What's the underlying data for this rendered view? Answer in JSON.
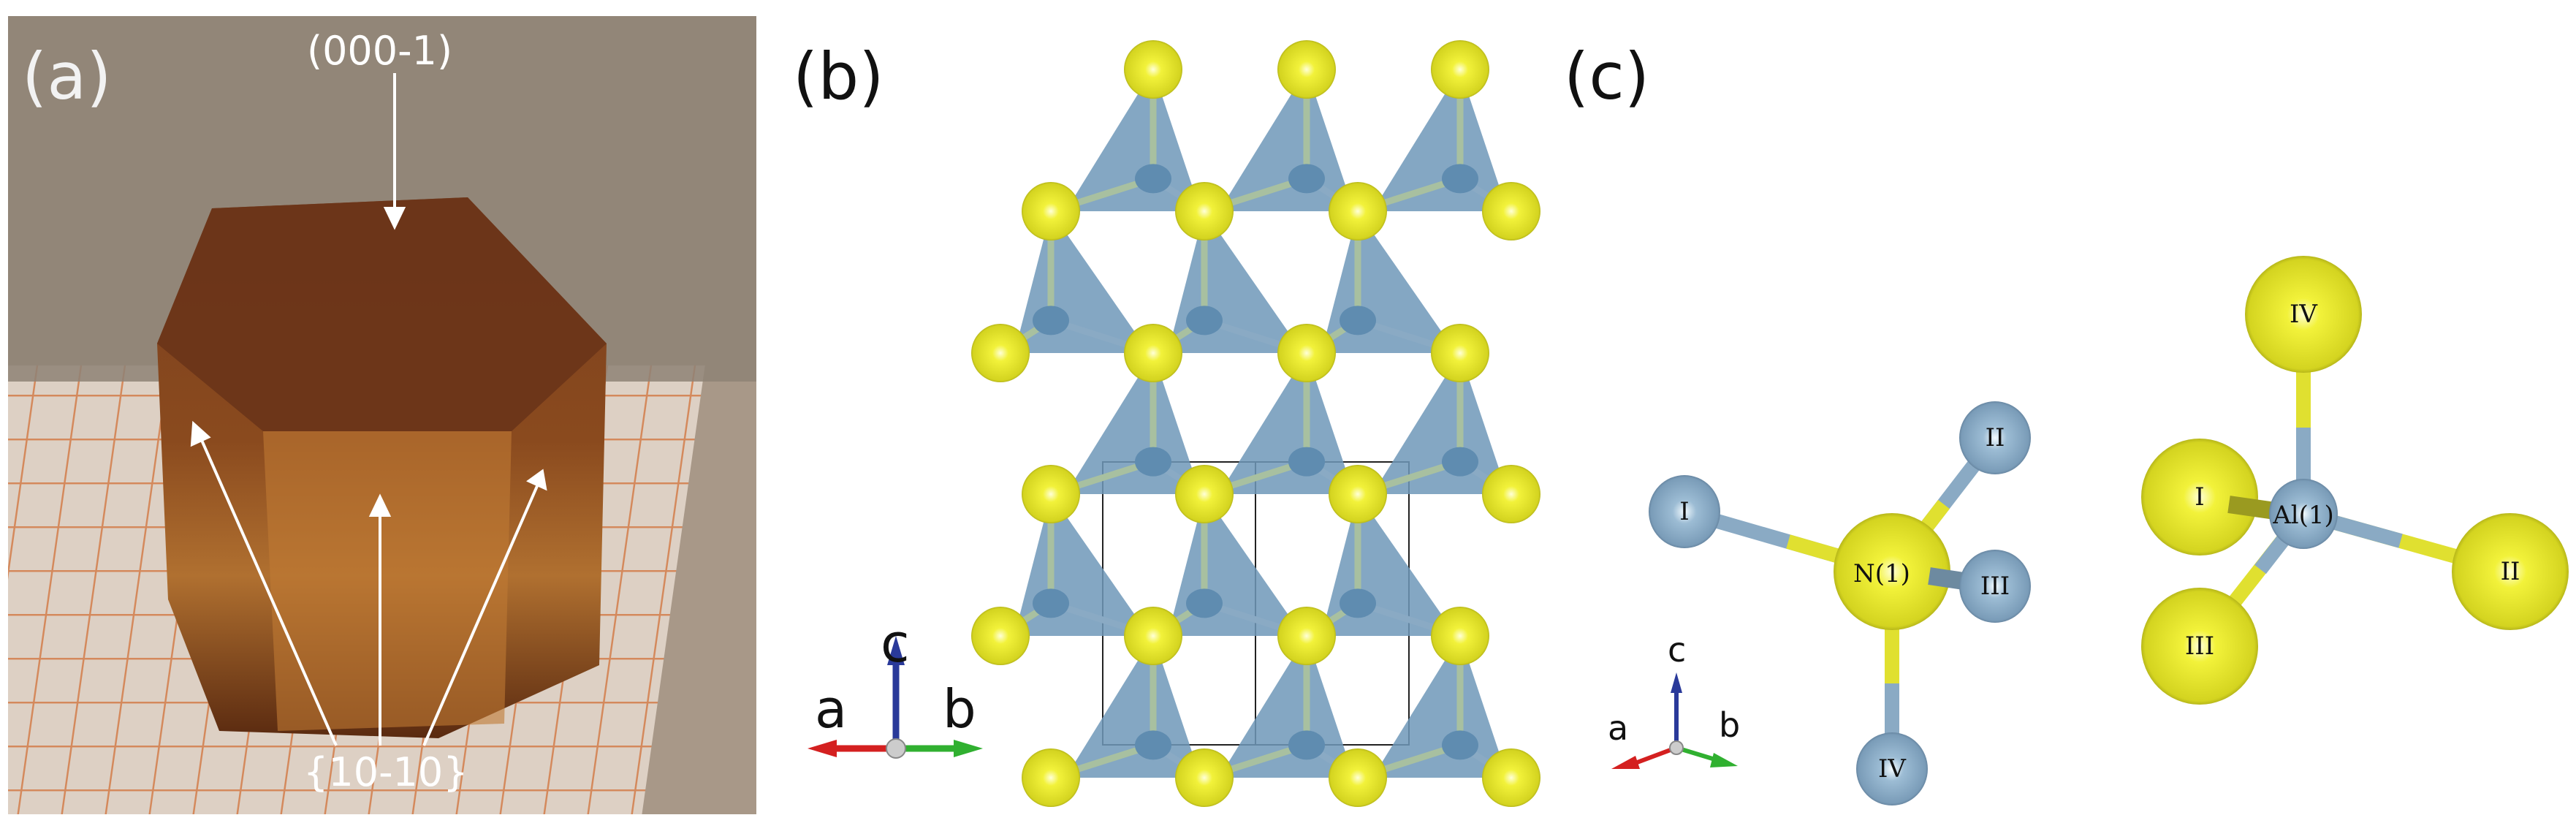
{
  "panels": {
    "a": {
      "label": "(a)",
      "annotations": {
        "top_face": "(000-1)",
        "side_faces": "{10-10}"
      }
    },
    "b": {
      "label": "(b)",
      "axes": {
        "a": "a",
        "b": "b",
        "c": "c"
      }
    },
    "c": {
      "label": "(c)",
      "axes": {
        "a": "a",
        "b": "b",
        "c": "c"
      },
      "n_cluster": {
        "center": "N(1)",
        "neighbors": [
          "I",
          "II",
          "III",
          "IV"
        ]
      },
      "al_cluster": {
        "center": "Al(1)",
        "neighbors": [
          "I",
          "II",
          "III",
          "IV"
        ]
      }
    }
  },
  "colors": {
    "nitrogen_yellow": "#e8e830",
    "aluminum_blue": "#7fa3bf",
    "tetrahedron": "#6f98b8",
    "axis_a": "#d42020",
    "axis_b": "#30b030",
    "axis_c": "#2a3a9a"
  }
}
